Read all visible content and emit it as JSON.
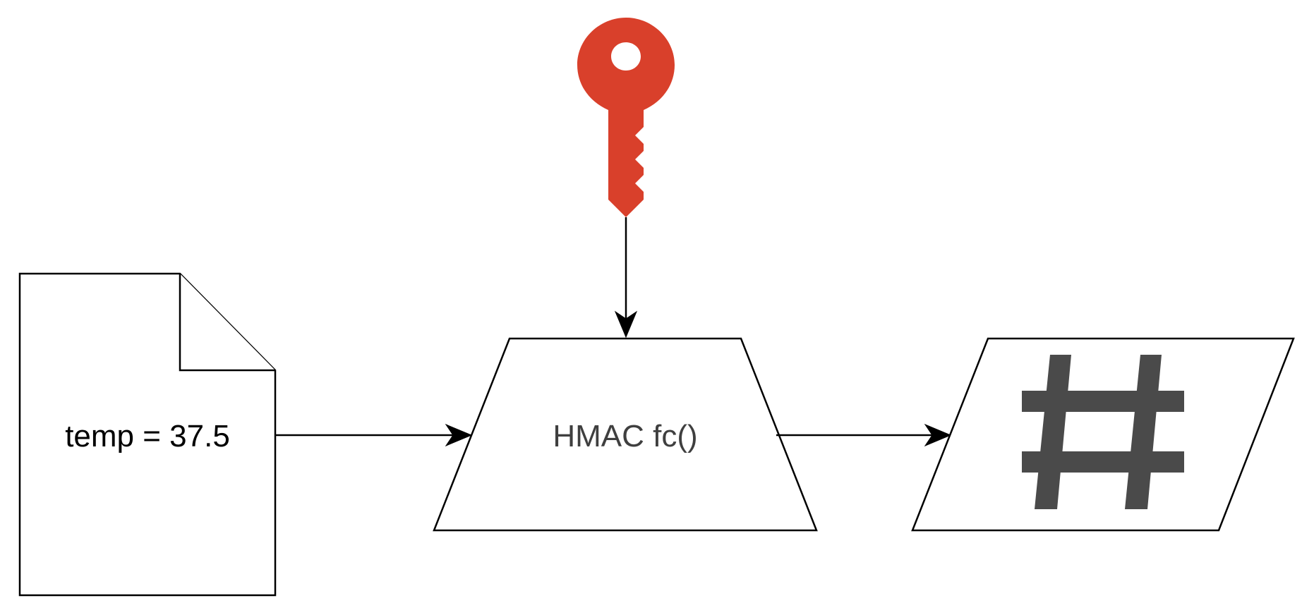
{
  "nodes": {
    "input_document": {
      "label": "temp = 37.5"
    },
    "hmac_function": {
      "label": "HMAC fc()"
    },
    "key": {
      "icon": "key-icon",
      "color": "#d9402b"
    },
    "output_hash": {
      "icon": "hash-icon",
      "color": "#4a4a4a"
    }
  },
  "edges": [
    {
      "from": "key",
      "to": "hmac_function"
    },
    {
      "from": "input_document",
      "to": "hmac_function"
    },
    {
      "from": "hmac_function",
      "to": "output_hash"
    }
  ]
}
